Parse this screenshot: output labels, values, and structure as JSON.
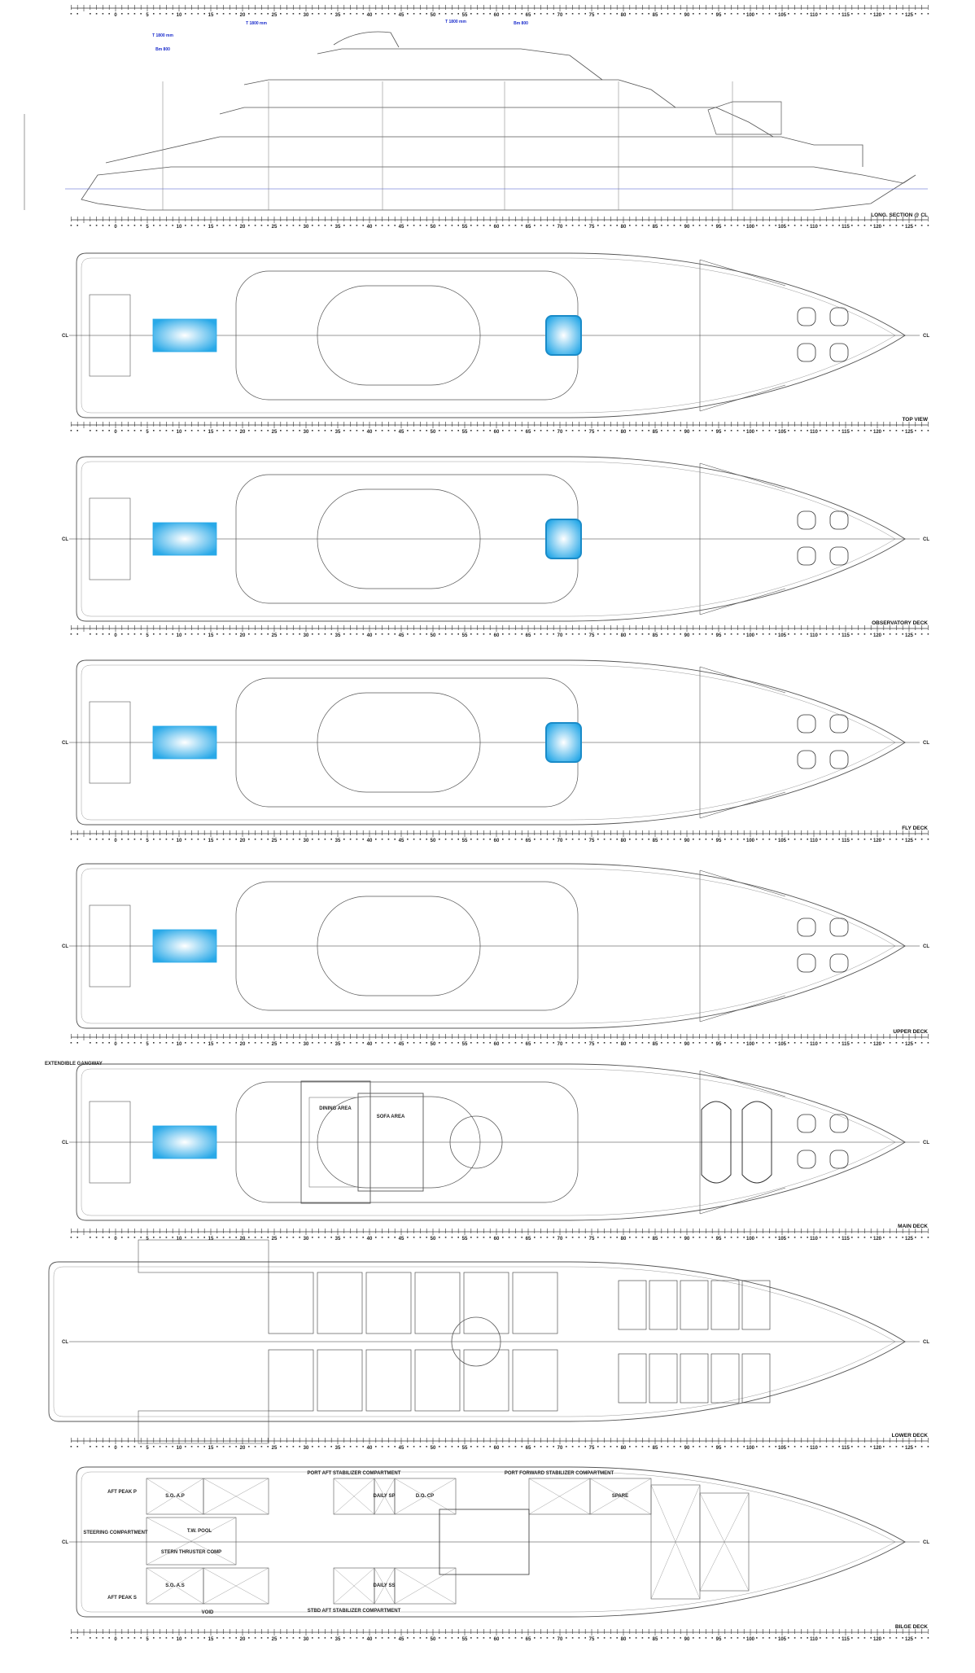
{
  "drawing": {
    "views": [
      {
        "id": "long-section",
        "title": "LONG. SECTION @ CL"
      },
      {
        "id": "top-view",
        "title": "TOP VIEW"
      },
      {
        "id": "observatory-deck",
        "title": "OBSERVATORY DECK"
      },
      {
        "id": "fly-deck",
        "title": "FLY DECK"
      },
      {
        "id": "upper-deck",
        "title": "UPPER DECK"
      },
      {
        "id": "main-deck",
        "title": "MAIN DECK"
      },
      {
        "id": "lower-deck",
        "title": "LOWER DECK"
      },
      {
        "id": "bilge-deck",
        "title": "BILGE DECK"
      }
    ],
    "centerline_label": "CL",
    "frame_labels": [
      "0",
      "5",
      "10",
      "15",
      "20",
      "25",
      "30",
      "35",
      "40",
      "45",
      "50",
      "55",
      "60",
      "65",
      "70",
      "75",
      "80",
      "85",
      "90",
      "95",
      "100",
      "105",
      "110",
      "115",
      "120",
      "125"
    ],
    "section_notes": [
      "T 1800 mm",
      "T 1800 mm",
      "T 1800 mm",
      "Bm 800",
      "Bm 800"
    ],
    "main_deck_labels": [
      "EXTENDIBLE GANGWAY",
      "DINING AREA",
      "SOFA AREA"
    ],
    "bilge_deck_labels": [
      "AFT PEAK P",
      "AFT PEAK S",
      "STEERING COMPARTMENT",
      "STERN THRUSTER COMP",
      "T.W. POOL",
      "S.G. A.P",
      "S.G. A.S",
      "VOID",
      "PORT AFT STABILIZER COMPARTMENT",
      "STBD AFT STABILIZER COMPARTMENT",
      "DAILY SP",
      "DAILY SS",
      "D.O. CP",
      "PORT FORWARD STABILIZER COMPARTMENT",
      "SPARE"
    ],
    "colors": {
      "pool": "#29a9e8",
      "line": "#555555",
      "annotation": "#1a2ccc"
    }
  }
}
